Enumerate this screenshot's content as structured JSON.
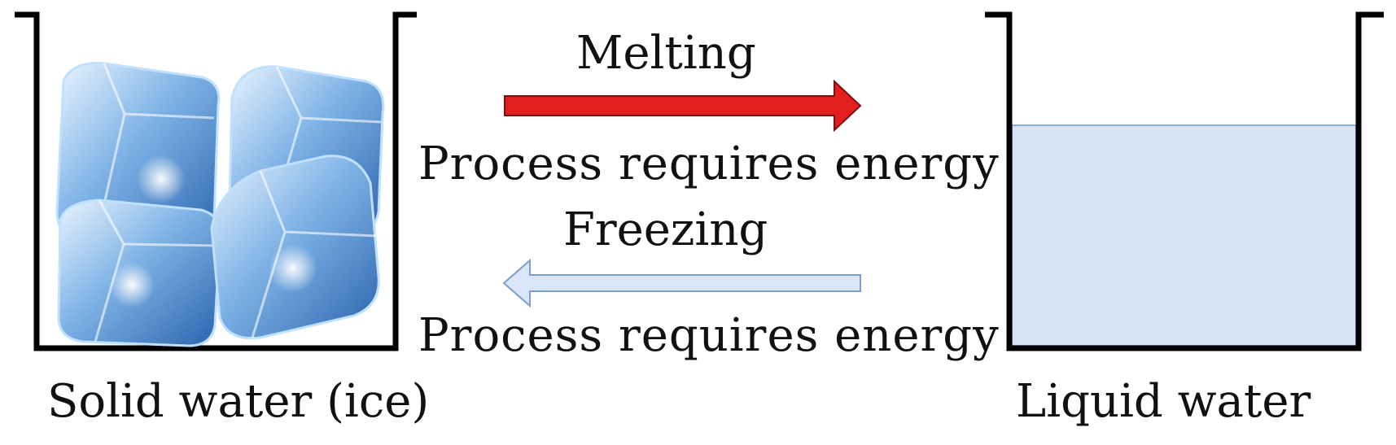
{
  "melting": {
    "title": "Melting",
    "note": "Process requires energy",
    "arrow_color": "#e31e1e",
    "arrow_direction": "right"
  },
  "freezing": {
    "title": "Freezing",
    "note": "Process requires energy",
    "arrow_color": "#dbe6f6",
    "arrow_direction": "left"
  },
  "solid": {
    "caption": "Solid water (ice)",
    "content_icon": "ice-cubes-icon",
    "cube_color": "#4f8fd0"
  },
  "liquid": {
    "caption": "Liquid water",
    "water_color": "#d6e4f5",
    "fill_level": 0.67
  },
  "container_color": "#000000"
}
